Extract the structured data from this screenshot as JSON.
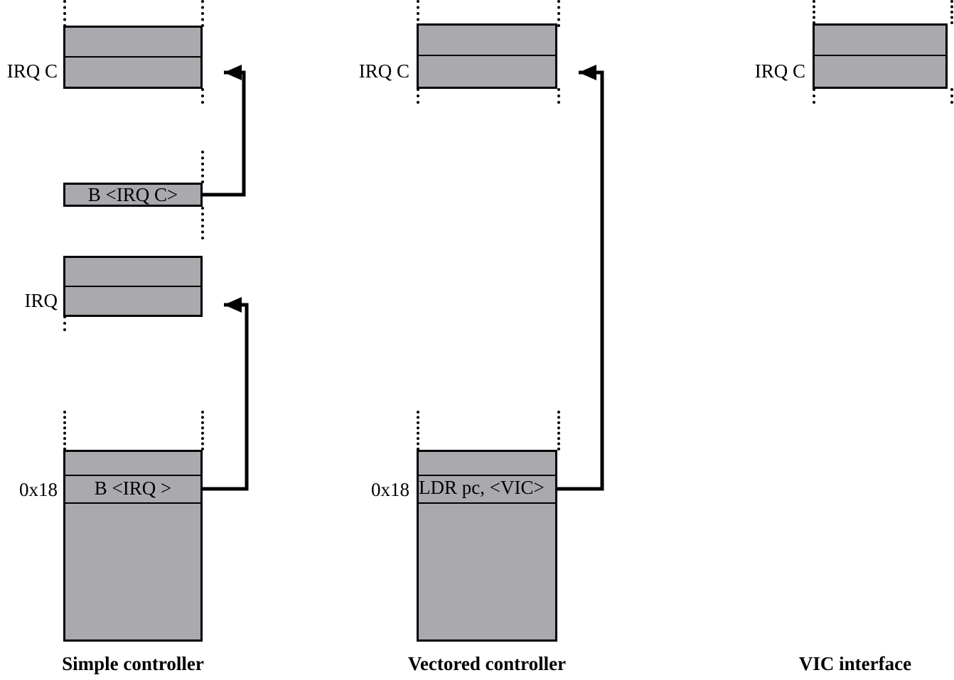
{
  "diagram": {
    "title_hidden": "",
    "colors": {
      "block_fill": "#a9a9ae",
      "stroke": "#000000",
      "background": "#ffffff"
    },
    "columns": [
      {
        "id": "simple-controller",
        "caption": "Simple controller",
        "rows": [
          {
            "id": "irq-c-handler",
            "label": "IRQ C",
            "text": ""
          },
          {
            "id": "branch-irq-c",
            "label": "",
            "text": "B <IRQ C>"
          },
          {
            "id": "irq-handler",
            "label": "IRQ",
            "text": ""
          },
          {
            "id": "vector-0x18",
            "label": "0x18",
            "text": "B <IRQ >"
          }
        ]
      },
      {
        "id": "vectored-controller",
        "caption": "Vectored controller",
        "rows": [
          {
            "id": "irq-c-handler",
            "label": "IRQ C",
            "text": ""
          },
          {
            "id": "vector-0x18",
            "label": "0x18",
            "text": "LDR pc, <VIC>"
          }
        ]
      },
      {
        "id": "vic-interface",
        "caption": "VIC interface",
        "rows": [
          {
            "id": "irq-c-handler",
            "label": "IRQ C",
            "text": ""
          }
        ]
      }
    ],
    "connectors": [
      {
        "id": "branch-to-irq-c-handler",
        "from": "branch-irq-c",
        "to": "irq-c-handler"
      },
      {
        "id": "vector-to-irq-handler",
        "from": "vector-0x18",
        "to": "irq-handler"
      },
      {
        "id": "ldr-to-irq-c-handler",
        "from": "vector-0x18",
        "to": "irq-c-handler"
      }
    ]
  },
  "labels": {
    "col1": {
      "irq_c": "IRQ C",
      "irq": "IRQ",
      "addr_0x18": "0x18",
      "branch_irq_c": "B <IRQ C>",
      "branch_irq": "B <IRQ >",
      "caption": "Simple controller"
    },
    "col2": {
      "irq_c": "IRQ C",
      "addr_0x18": "0x18",
      "ldr_pc_vic": "LDR pc, <VIC>",
      "caption": "Vectored controller"
    },
    "col3": {
      "irq_c": "IRQ C",
      "caption": "VIC interface"
    }
  }
}
